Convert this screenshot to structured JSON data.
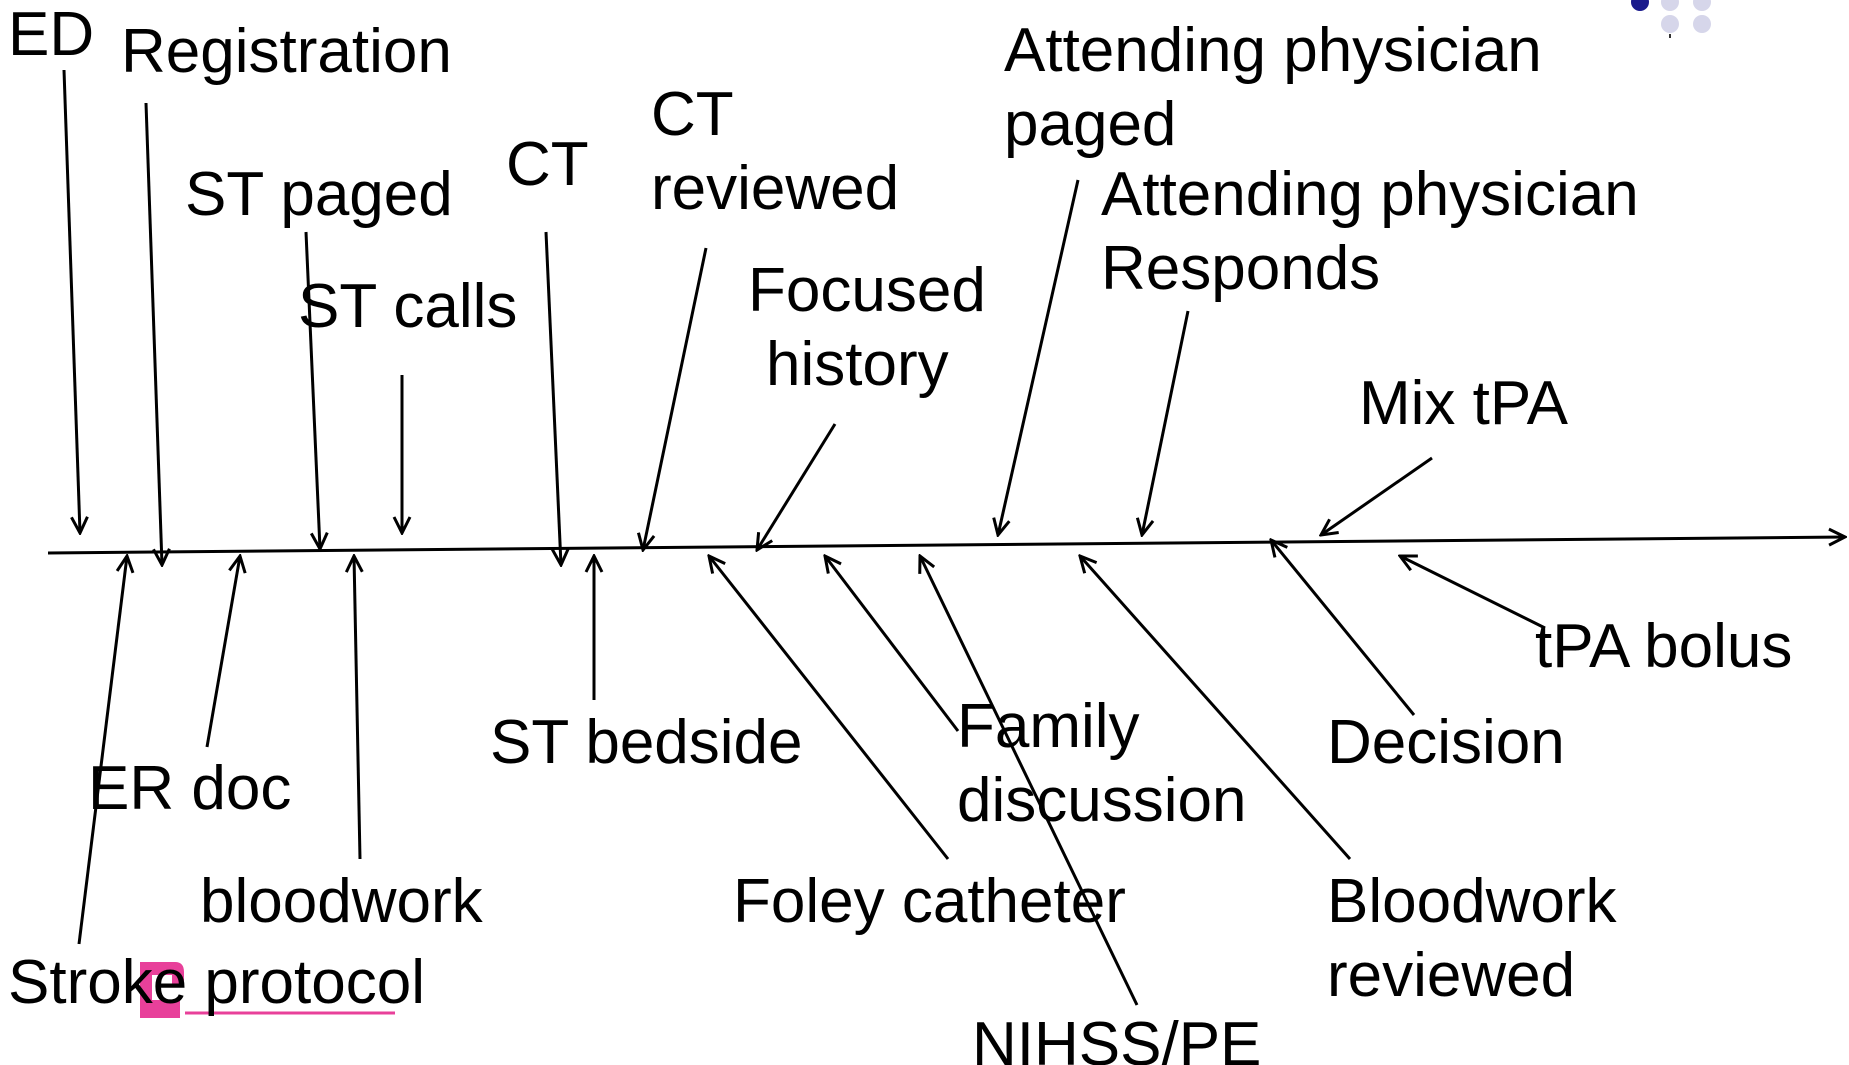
{
  "events": [
    {
      "id": "ed",
      "lines": [
        "ED"
      ]
    },
    {
      "id": "registration",
      "lines": [
        "Registration"
      ]
    },
    {
      "id": "st-paged",
      "lines": [
        "ST paged"
      ]
    },
    {
      "id": "st-calls",
      "lines": [
        "ST calls"
      ]
    },
    {
      "id": "ct",
      "lines": [
        "CT"
      ]
    },
    {
      "id": "ct-reviewed",
      "lines": [
        "CT",
        "reviewed"
      ]
    },
    {
      "id": "focused-history",
      "lines": [
        "Focused",
        "history"
      ]
    },
    {
      "id": "attending-paged",
      "lines": [
        "Attending physician",
        "paged"
      ]
    },
    {
      "id": "attending-responds",
      "lines": [
        "Attending physician",
        "Responds"
      ]
    },
    {
      "id": "mix-tpa",
      "lines": [
        "Mix tPA"
      ]
    },
    {
      "id": "stroke-protocol",
      "lines": [
        "Stroke protocol"
      ]
    },
    {
      "id": "er-doc",
      "lines": [
        "ER doc"
      ]
    },
    {
      "id": "bloodwork",
      "lines": [
        "bloodwork"
      ]
    },
    {
      "id": "st-bedside",
      "lines": [
        "ST bedside"
      ]
    },
    {
      "id": "foley-catheter",
      "lines": [
        "Foley catheter"
      ]
    },
    {
      "id": "family-discussion",
      "lines": [
        "Family",
        "discussion"
      ]
    },
    {
      "id": "nihss-pe",
      "lines": [
        "NIHSS/PE"
      ]
    },
    {
      "id": "bloodwork-reviewed",
      "lines": [
        "Bloodwork",
        "reviewed"
      ]
    },
    {
      "id": "decision",
      "lines": [
        "Decision"
      ]
    },
    {
      "id": "tpa-bolus",
      "lines": [
        "tPA bolus"
      ]
    }
  ],
  "colors": {
    "ink": "#000000",
    "logo_accent": "#e8409a",
    "corner_dots": "#d6d6ea",
    "corner_dot_dark": "#1a1a8c"
  }
}
